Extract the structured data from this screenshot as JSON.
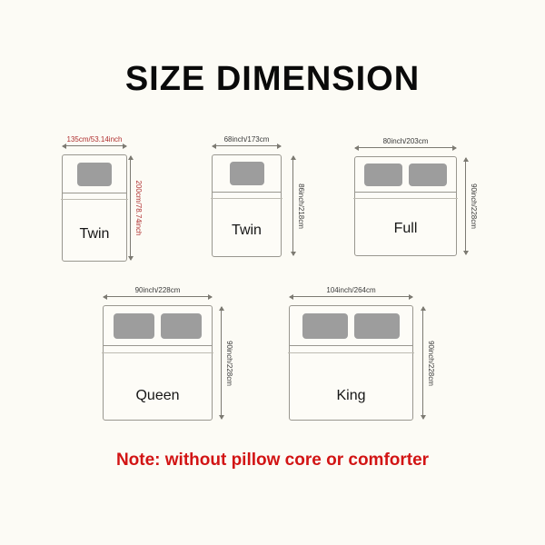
{
  "title": "SIZE DIMENSION",
  "note": "Note: without pillow core or comforter",
  "colors": {
    "title_text": "#0a0a0a",
    "note_red": "#d21414",
    "red_dimension_label": "#b03030",
    "dimension_label": "#3a3a3a",
    "bed_outline": "#99978f",
    "pillow_gray": "#9d9d9d",
    "background": "#fcfbf5"
  },
  "beds": [
    {
      "name": "Twin",
      "width_label": "135cm/53.14inch",
      "height_label": "200cm/78.74inch",
      "pillows": 1
    },
    {
      "name": "Twin",
      "width_label": "68inch/173cm",
      "height_label": "86inch/218cm",
      "pillows": 1
    },
    {
      "name": "Full",
      "width_label": "80inch/203cm",
      "height_label": "90inch/228cm",
      "pillows": 2
    },
    {
      "name": "Queen",
      "width_label": "90inch/228cm",
      "height_label": "90inch/228cm",
      "pillows": 2
    },
    {
      "name": "King",
      "width_label": "104inch/264cm",
      "height_label": "90inch/228cm",
      "pillows": 2
    }
  ]
}
